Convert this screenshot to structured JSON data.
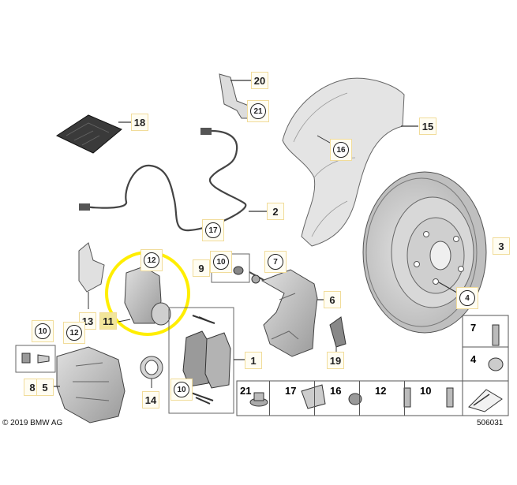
{
  "copyright": "© 2019 BMW AG",
  "doc_number": "506031",
  "callouts": {
    "p1": "1",
    "p2": "2",
    "p3": "3",
    "p4": "4",
    "p5": "5",
    "p6": "6",
    "p7": "7",
    "p8": "8",
    "p9": "9",
    "p10": "10",
    "p11": "11",
    "p12": "12",
    "p13": "13",
    "p14": "14",
    "p15": "15",
    "p16": "16",
    "p17": "17",
    "p18": "18",
    "p19": "19",
    "p20": "20",
    "p21": "21"
  },
  "hardware_table": {
    "cells": [
      "21",
      "17",
      "16",
      "12",
      "10"
    ],
    "side": [
      "7",
      "4"
    ]
  },
  "colors": {
    "highlight": "#ffee00",
    "label_bg": "#fffdf2",
    "label_border": "#f1dc9a"
  }
}
